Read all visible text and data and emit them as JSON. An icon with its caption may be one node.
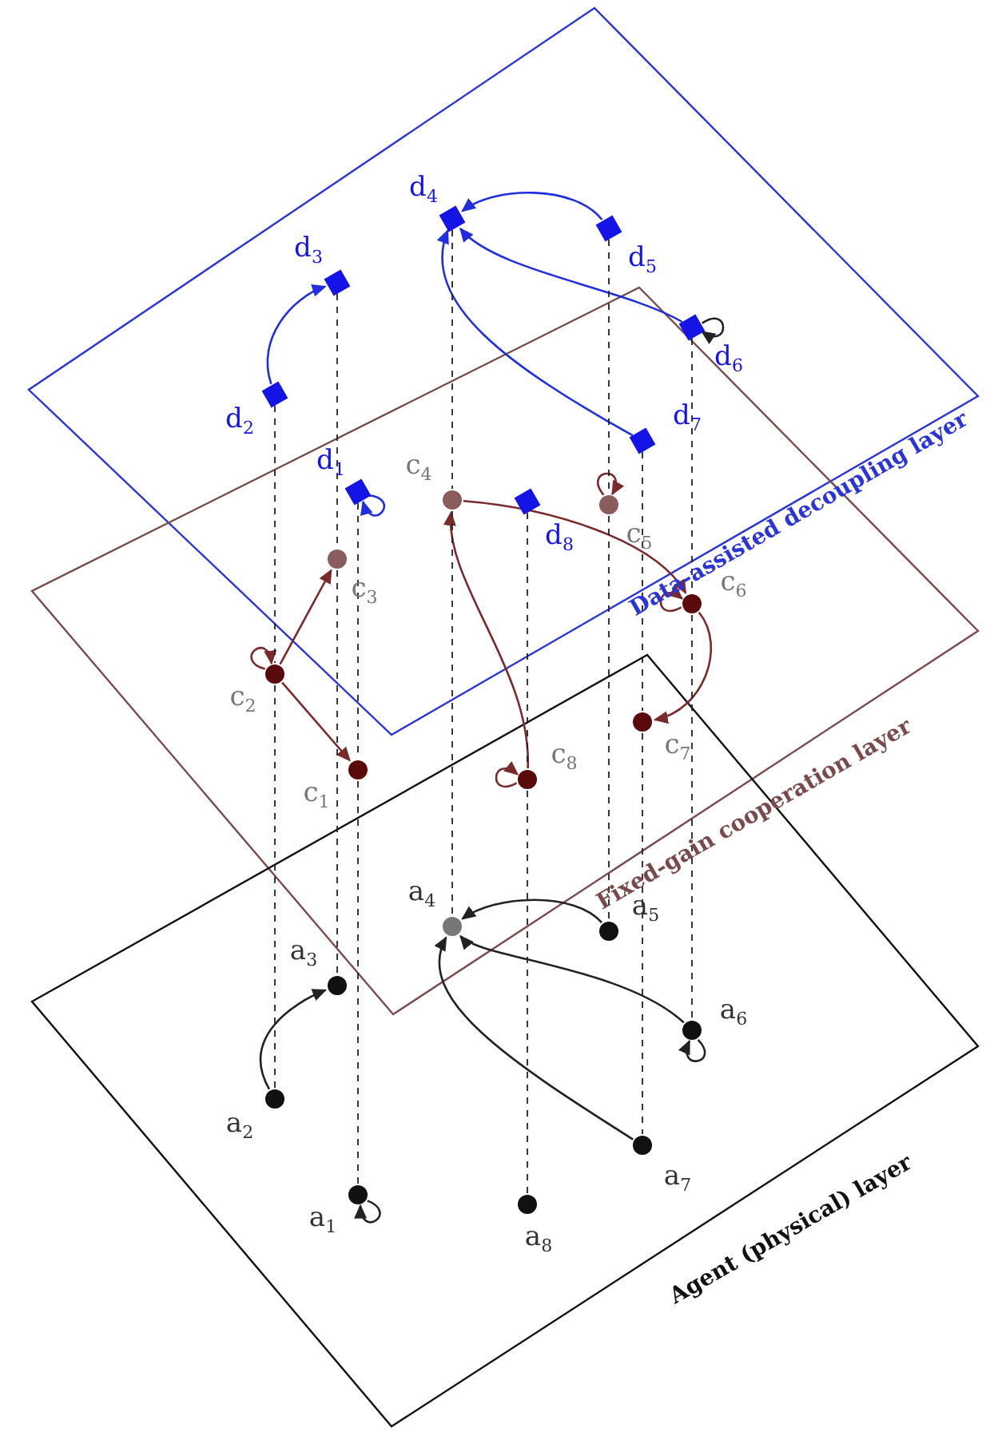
{
  "diagram": {
    "nodes": [
      {
        "text": [],
        "shape": "box",
        "beside": [
          "d$_{1}$"
        ]
      },
      {
        "text": [],
        "shape": "box",
        "beside": [
          "d$_{2}$"
        ]
      },
      {
        "text": [],
        "shape": "box",
        "beside": [
          "d$_{3}$"
        ]
      },
      {
        "text": [],
        "shape": "box",
        "beside": [
          "d$_{4}$"
        ]
      },
      {
        "text": [],
        "shape": "box",
        "beside": [
          "d$_{5}$"
        ]
      },
      {
        "text": [],
        "shape": "box",
        "beside": [
          "d$_{6}$"
        ]
      },
      {
        "text": [],
        "shape": "box",
        "beside": [
          "d$_{7}$"
        ]
      },
      {
        "text": [],
        "shape": "box",
        "beside": [
          "d$_{8}$"
        ]
      },
      {
        "text": [],
        "shape": "circle",
        "beside": [
          "c$_{1}$"
        ]
      },
      {
        "text": [],
        "shape": "circle",
        "beside": [
          "c$_{2}$"
        ]
      },
      {
        "text": [],
        "shape": "circle",
        "beside": [
          "c$_{3}$"
        ]
      },
      {
        "text": [],
        "shape": "circle",
        "beside": [
          "c$_{4}$"
        ]
      },
      {
        "text": [],
        "shape": "circle",
        "beside": [
          "c$_{5}$"
        ]
      },
      {
        "text": [],
        "shape": "circle",
        "beside": [
          "c$_{6}$"
        ]
      },
      {
        "text": [],
        "shape": "circle",
        "beside": [
          "c$_{7}$"
        ]
      },
      {
        "text": [],
        "shape": "circle",
        "beside": [
          "c$_{8}$"
        ]
      },
      {
        "text": [],
        "shape": "circle",
        "beside": [
          "a$_{1}$"
        ]
      },
      {
        "text": [],
        "shape": "circle",
        "beside": [
          "a$_{2}$"
        ]
      },
      {
        "text": [],
        "shape": "circle",
        "beside": [
          "a$_{3}$"
        ]
      },
      {
        "text": [],
        "shape": "circle",
        "beside": [
          "a$_{4}$"
        ]
      },
      {
        "text": [],
        "shape": "circle",
        "beside": [
          "a$_{5}$"
        ]
      },
      {
        "text": [],
        "shape": "circle",
        "beside": [
          "a$_{6}$"
        ]
      },
      {
        "text": [],
        "shape": "circle",
        "beside": [
          "a$_{7}$"
        ]
      },
      {
        "text": [],
        "shape": "circle",
        "beside": [
          "a$_{8}$"
        ]
      }
    ],
    "edges": [
      {
        "from": 1,
        "to": 2,
        "arrow": "to",
        "color": "#1f2fe0"
      },
      {
        "from": 4,
        "to": 3,
        "arrow": "to",
        "color": "#1f2fe0"
      },
      {
        "from": 5,
        "to": 3,
        "arrow": "to",
        "color": "#1f2fe0"
      },
      {
        "from": 6,
        "to": 3,
        "arrow": "to",
        "color": "#1f2fe0"
      },
      {
        "from": 0,
        "to": 0,
        "arrow": "to",
        "color": "#1f2fe0"
      },
      {
        "from": 5,
        "to": 5,
        "arrow": "to"
      },
      {
        "from": 9,
        "to": 10,
        "arrow": "to",
        "color": "#7a2a2a"
      },
      {
        "from": 9,
        "to": 8,
        "arrow": "to",
        "color": "#7a2a2a"
      },
      {
        "from": 11,
        "to": 13,
        "arrow": "to",
        "color": "#7a2a2a"
      },
      {
        "from": 15,
        "to": 11,
        "arrow": "to",
        "color": "#7a2a2a"
      },
      {
        "from": 13,
        "to": 14,
        "arrow": "to",
        "color": "#7a2a2a"
      },
      {
        "from": 9,
        "to": 9,
        "arrow": "to",
        "color": "#7a2a2a"
      },
      {
        "from": 12,
        "to": 12,
        "arrow": "to",
        "color": "#7a2a2a"
      },
      {
        "from": 13,
        "to": 13,
        "arrow": "to",
        "color": "#7a2a2a"
      },
      {
        "from": 15,
        "to": 15,
        "arrow": "to",
        "color": "#7a2a2a"
      },
      {
        "from": 17,
        "to": 18,
        "arrow": "to"
      },
      {
        "from": 20,
        "to": 19,
        "arrow": "to"
      },
      {
        "from": 21,
        "to": 19,
        "arrow": "to"
      },
      {
        "from": 22,
        "to": 19,
        "arrow": "to"
      },
      {
        "from": 16,
        "to": 16,
        "arrow": "to"
      },
      {
        "from": 21,
        "to": 21,
        "arrow": "to"
      },
      {
        "from": 0,
        "to": 8,
        "arrow": "none",
        "style": "dashed"
      },
      {
        "from": 1,
        "to": 9,
        "arrow": "none",
        "style": "dashed"
      },
      {
        "from": 2,
        "to": 10,
        "arrow": "none",
        "style": "dashed"
      },
      {
        "from": 3,
        "to": 11,
        "arrow": "none",
        "style": "dashed"
      },
      {
        "from": 4,
        "to": 12,
        "arrow": "none",
        "style": "dashed"
      },
      {
        "from": 5,
        "to": 13,
        "arrow": "none",
        "style": "dashed"
      },
      {
        "from": 6,
        "to": 14,
        "arrow": "none",
        "style": "dashed"
      },
      {
        "from": 7,
        "to": 15,
        "arrow": "none",
        "style": "dashed"
      },
      {
        "from": 8,
        "to": 16,
        "arrow": "none",
        "style": "dashed"
      },
      {
        "from": 9,
        "to": 17,
        "arrow": "none",
        "style": "dashed"
      },
      {
        "from": 10,
        "to": 18,
        "arrow": "none",
        "style": "dashed"
      },
      {
        "from": 11,
        "to": 19,
        "arrow": "none",
        "style": "dashed"
      },
      {
        "from": 12,
        "to": 20,
        "arrow": "none",
        "style": "dashed"
      },
      {
        "from": 13,
        "to": 21,
        "arrow": "none",
        "style": "dashed"
      },
      {
        "from": 14,
        "to": 22,
        "arrow": "none",
        "style": "dashed"
      },
      {
        "from": 15,
        "to": 23,
        "arrow": "none",
        "style": "dashed"
      }
    ],
    "labels": [
      "Data-assisted decoupling layer",
      "Fixed-gain cooperation layer",
      "Agent (physical) layer"
    ]
  }
}
